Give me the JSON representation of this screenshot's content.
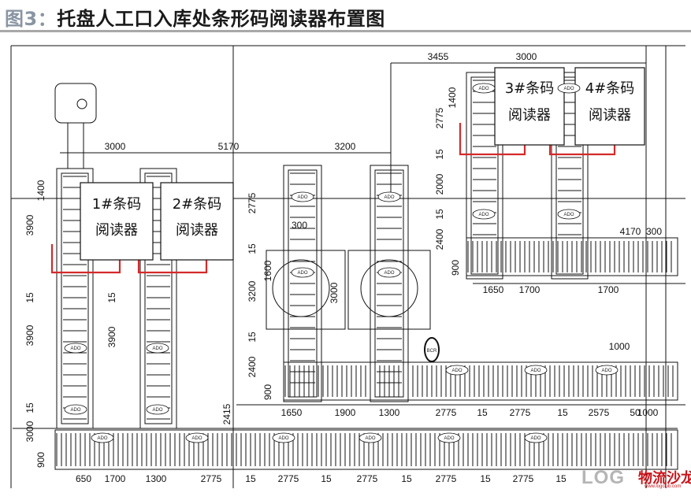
{
  "header": {
    "figure_no": "图3：",
    "title": "托盘人工口入库处条形码阅读器布置图"
  },
  "readers": [
    {
      "line1": "1#条码",
      "line2": "阅读器"
    },
    {
      "line1": "2#条码",
      "line2": "阅读器"
    },
    {
      "line1": "3#条码",
      "line2": "阅读器"
    },
    {
      "line1": "4#条码",
      "line2": "阅读器"
    }
  ],
  "dimensions": {
    "top": [
      "3000",
      "5170",
      "3200",
      "3455",
      "3000"
    ],
    "left_vertical": [
      "1400",
      "3900",
      "15",
      "3900",
      "15",
      "3000",
      "900"
    ],
    "col2_vertical": [
      "15",
      "3900"
    ],
    "mid_vertical": [
      "2775",
      "15",
      "1600",
      "3200",
      "3000",
      "15",
      "2400",
      "900",
      "2415"
    ],
    "right_vertical": [
      "1400",
      "2775",
      "15",
      "2000",
      "15",
      "2400",
      "900"
    ],
    "mid_bottom": [
      "1650",
      "1900",
      "1300",
      "2775",
      "15",
      "2775",
      "15",
      "2575",
      "50"
    ],
    "right_bottom": [
      "1650",
      "1700",
      "1700"
    ],
    "right_misc": [
      "4170",
      "1000",
      "1000",
      "300",
      "300"
    ],
    "bottom": [
      "650",
      "1700",
      "1300",
      "2775",
      "15",
      "2775",
      "15",
      "2775",
      "15",
      "2775",
      "15",
      "2775",
      "15"
    ]
  },
  "small_labels": {
    "conv": "ADO",
    "mark": "BCR"
  },
  "logo": {
    "log": "LOG",
    "name": "物流沙龙",
    "url": "www.logclub.com"
  },
  "colors": {
    "highlight": "#d42a2a",
    "line": "#111111",
    "title_fig": "#8a95a3"
  }
}
